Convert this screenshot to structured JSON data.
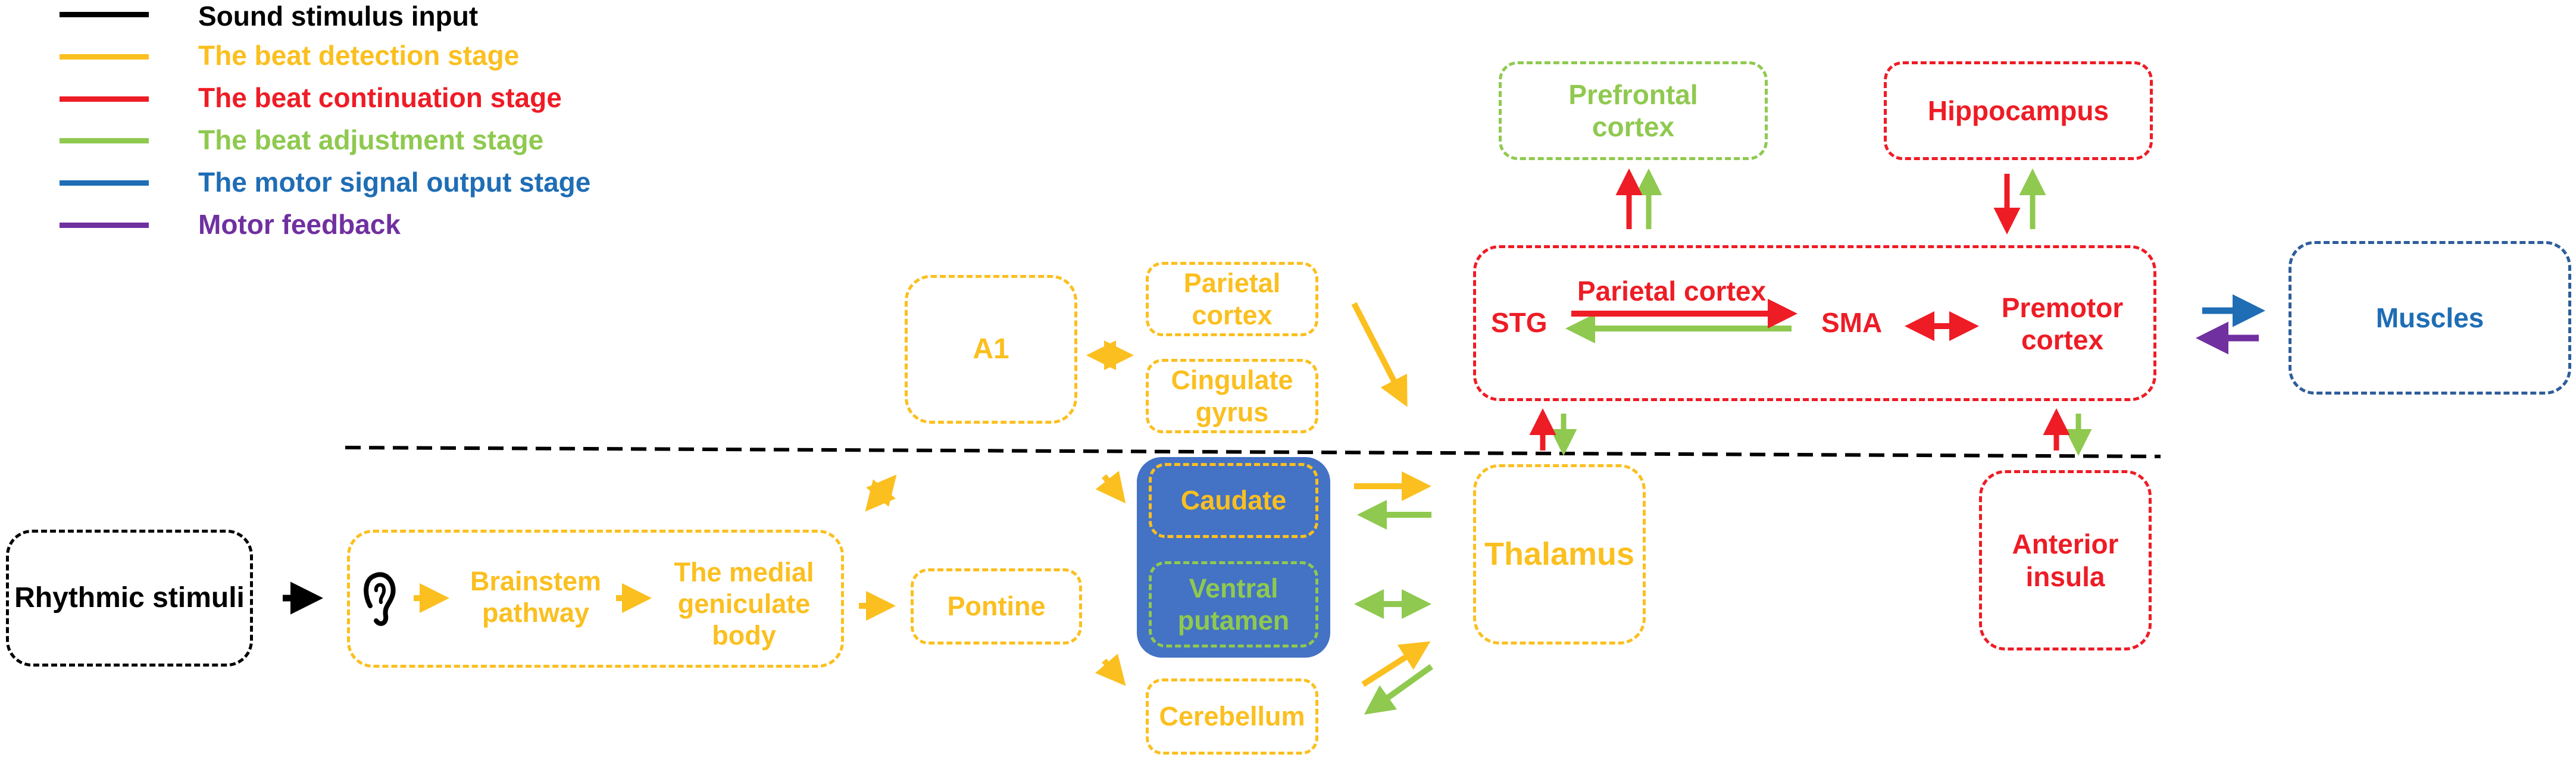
{
  "colors": {
    "input": "#000000",
    "detection": "#fbbf1f",
    "continuation": "#ee1c25",
    "adjustment": "#8fc94f",
    "output": "#1f6db5",
    "feedback": "#7030a0",
    "basal_ganglia_fill": "#4472c4"
  },
  "legend": [
    {
      "label": "Sound stimulus input",
      "color": "#000000"
    },
    {
      "label": "The beat detection stage",
      "color": "#fbbf1f"
    },
    {
      "label": "The beat continuation stage",
      "color": "#ee1c25"
    },
    {
      "label": "The beat adjustment stage",
      "color": "#8fc94f"
    },
    {
      "label": "The motor signal output stage",
      "color": "#1f6db5"
    },
    {
      "label": "Motor feedback",
      "color": "#7030a0"
    }
  ],
  "nodes": {
    "rhythmic_stimuli": "Rhythmic stimuli",
    "ear_icon": "ear-icon",
    "brainstem": "Brainstem\npathway",
    "medial_geniculate": "The medial\ngeniculate\nbody",
    "pontine": "Pontine",
    "a1": "A1",
    "parietal_cortex_detect": "Parietal\ncortex",
    "cingulate": "Cingulate\ngyrus",
    "caudate": "Caudate",
    "ventral_putamen": "Ventral\nputamen",
    "cerebellum": "Cerebellum",
    "thalamus": "Thalamus",
    "prefrontal": "Prefrontal\ncortex",
    "hippocampus": "Hippocampus",
    "stg": "STG",
    "parietal_cortex_cont": "Parietal cortex",
    "sma": "SMA",
    "premotor": "Premotor\ncortex",
    "anterior_insula": "Anterior\ninsula",
    "muscles": "Muscles"
  }
}
